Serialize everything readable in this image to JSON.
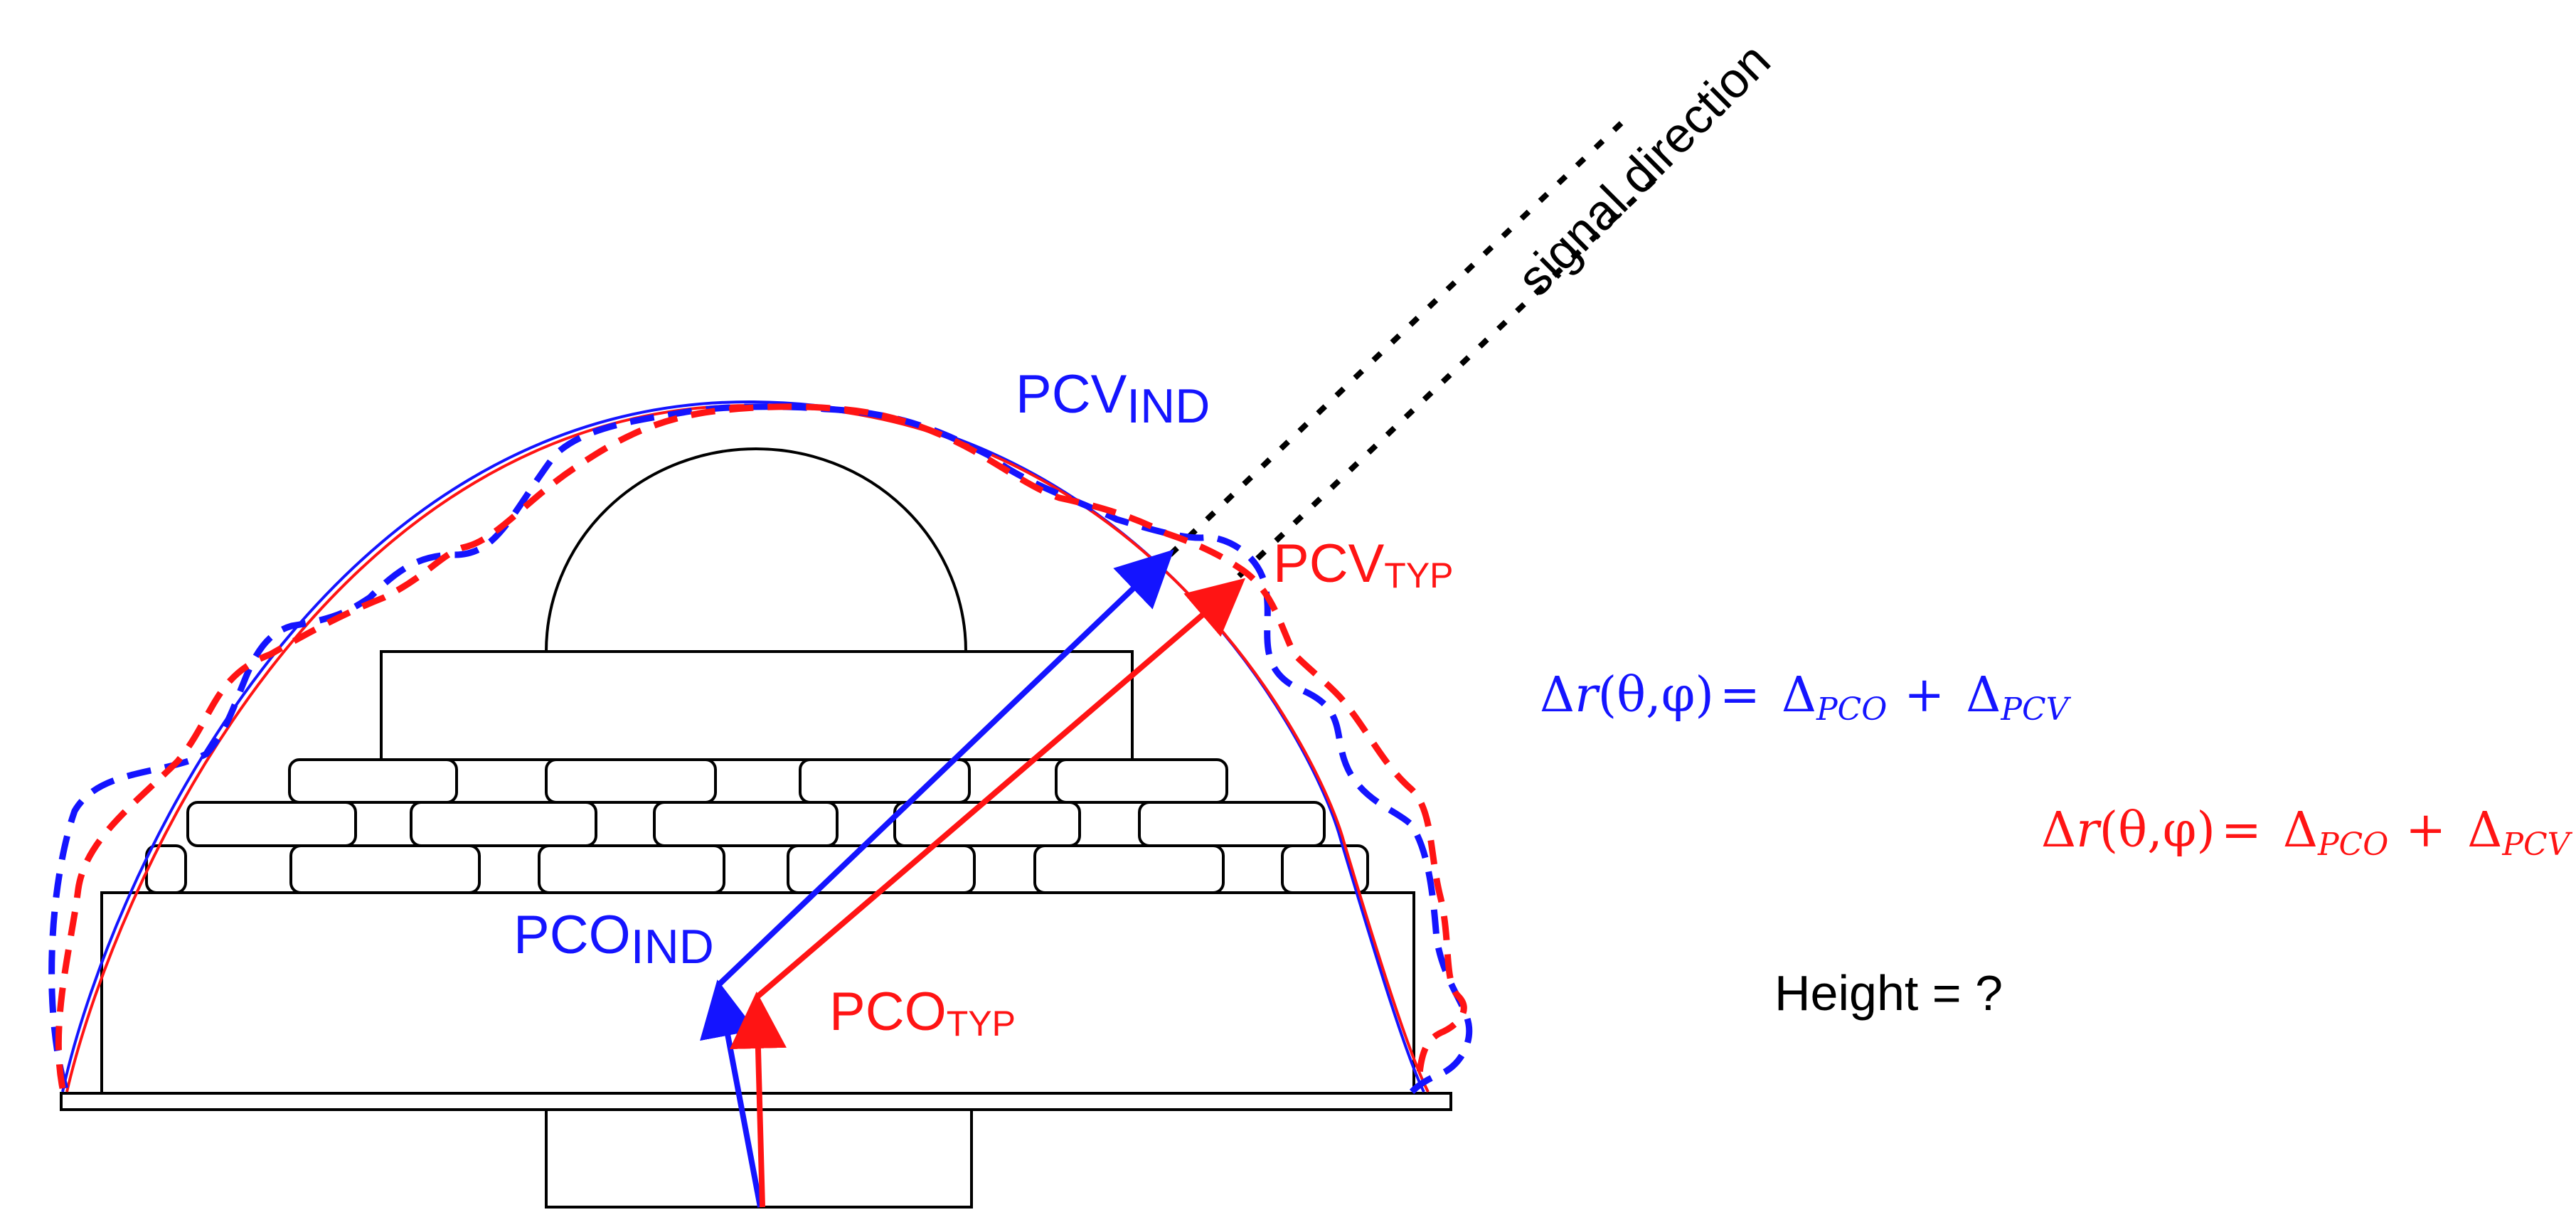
{
  "colors": {
    "individual": "#1414ff",
    "typical": "#ff1414",
    "outline": "#000000",
    "signal": "#000000",
    "background": "#ffffff"
  },
  "labels": {
    "signal_direction": "signal direction",
    "pcv_ind": {
      "main": "PCV",
      "sub": "IND"
    },
    "pcv_typ": {
      "main": "PCV",
      "sub": "TYP"
    },
    "pco_ind": {
      "main": "PCO",
      "sub": "IND"
    },
    "pco_typ": {
      "main": "PCO",
      "sub": "TYP"
    },
    "height": "Height = ?"
  },
  "equations": {
    "individual": {
      "delta": "Δ",
      "r": "r",
      "args": "(θ,φ)",
      "eq": "=",
      "pco_delta": "Δ",
      "pco_sub": "PCO",
      "plus": "+",
      "pcv_delta": "Δ",
      "pcv_sub": "PCV"
    },
    "typical": {
      "delta": "Δ",
      "r": "r",
      "args": "(θ,φ)",
      "eq": "=",
      "pco_delta": "Δ",
      "pco_sub": "PCO",
      "plus": "+",
      "pcv_delta": "Δ",
      "pcv_sub": "PCV"
    }
  }
}
